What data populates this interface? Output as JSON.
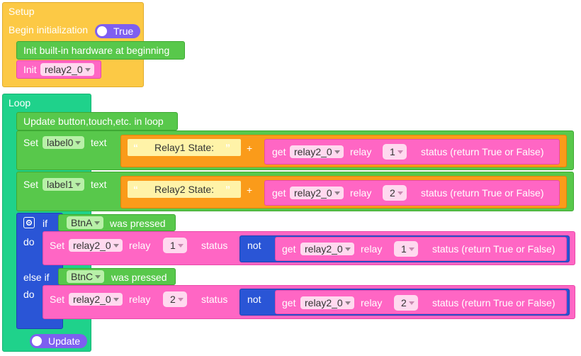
{
  "setup": {
    "title": "Setup",
    "begin_init_label": "Begin initialization",
    "begin_init_toggle": "True",
    "init_hardware": "Init built-in hardware at beginning",
    "init_label": "Init",
    "init_relay": "relay2_0"
  },
  "loop": {
    "title": "Loop",
    "update_loop": "Update button,touch,etc. in loop",
    "set_label": "Set",
    "text_label": "text",
    "plus": "+",
    "get_label": "get",
    "relay_label": "relay",
    "status_label": "status (return True or False)",
    "row1": {
      "target": "label0",
      "string": "Relay1 State:",
      "relay": "relay2_0",
      "num": "1"
    },
    "row2": {
      "target": "label1",
      "string": "Relay2 State:",
      "relay": "relay2_0",
      "num": "2"
    },
    "if_label": "if",
    "do_label": "do",
    "elseif_label": "else if",
    "was_pressed": "was pressed",
    "btn_a": "BtnA",
    "btn_c": "BtnC",
    "status_word": "status",
    "not_label": "not",
    "do1": {
      "relay": "relay2_0",
      "num": "1",
      "get_relay": "relay2_0",
      "get_num": "1"
    },
    "do2": {
      "relay": "relay2_0",
      "num": "2",
      "get_relay": "relay2_0",
      "get_num": "2"
    },
    "update_toggle": "Update"
  },
  "colors": {
    "setup": "#fcc945",
    "loop": "#1fd28b",
    "hardware": "#58c84b",
    "relay": "#ff66c4",
    "text": "#fa9b1a",
    "logic": "#2a55d6",
    "toggle": "#7e5ff0"
  }
}
